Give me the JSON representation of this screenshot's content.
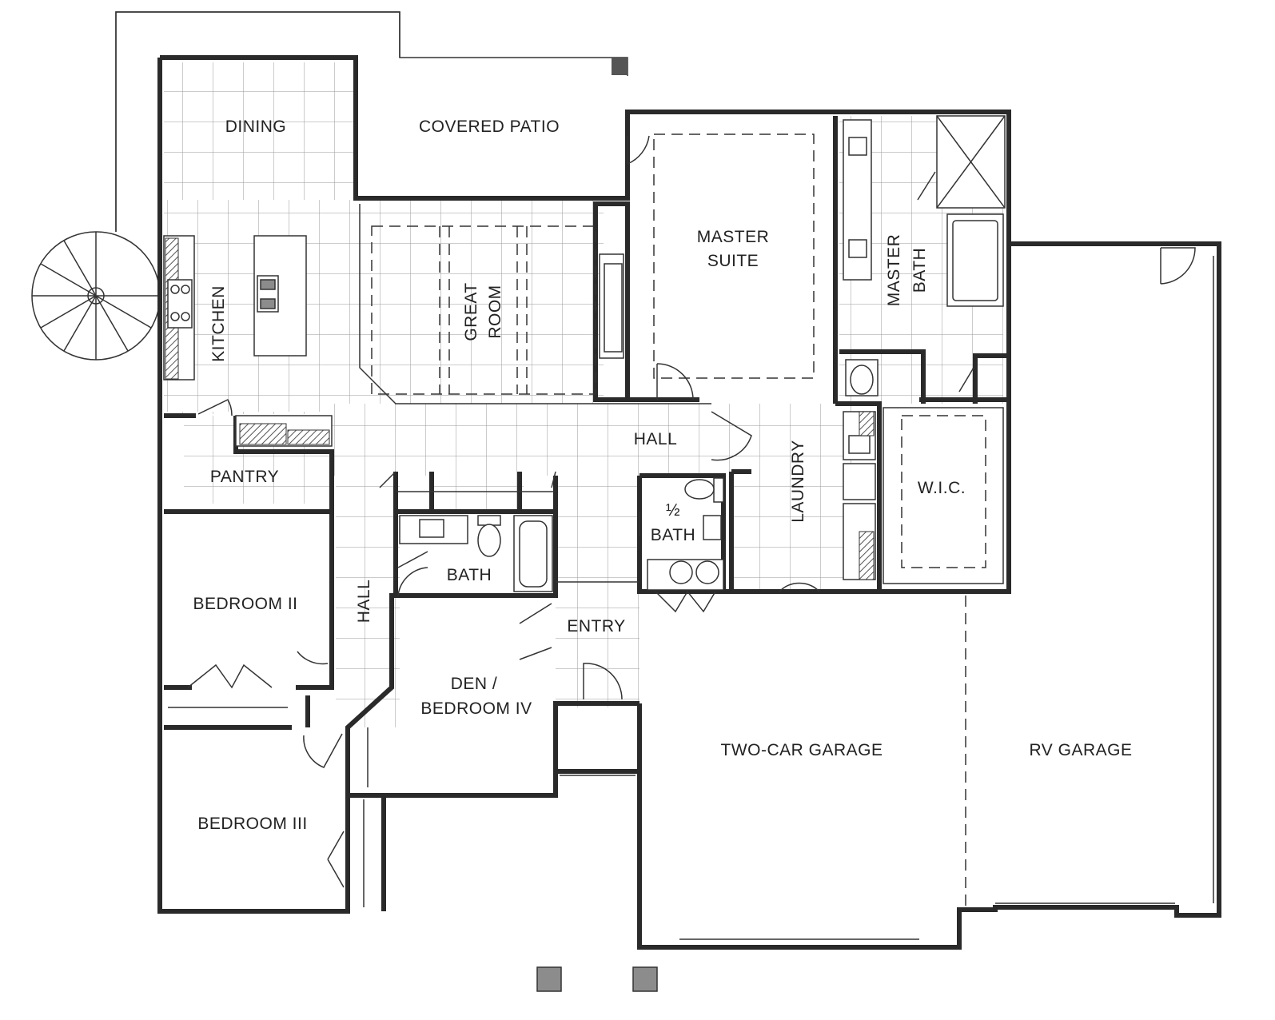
{
  "rooms": {
    "dining": "DINING",
    "covered_patio": "COVERED PATIO",
    "kitchen": "KITCHEN",
    "great_room_line1": "GREAT",
    "great_room_line2": "ROOM",
    "master_suite_line1": "MASTER",
    "master_suite_line2": "SUITE",
    "master_bath_line1": "MASTER",
    "master_bath_line2": "BATH",
    "pantry": "PANTRY",
    "hall_main": "HALL",
    "hall_side": "HALL",
    "laundry": "LAUNDRY",
    "wic": "W.I.C.",
    "half_bath_fraction": "½",
    "half_bath_label": "BATH",
    "bath": "BATH",
    "bedroom_2": "BEDROOM II",
    "bedroom_3": "BEDROOM III",
    "entry": "ENTRY",
    "den_line1": "DEN /",
    "den_line2": "BEDROOM IV",
    "two_car_garage": "TWO-CAR GARAGE",
    "rv_garage": "RV GARAGE"
  },
  "colors": {
    "wall": "#2a2a2a",
    "tile_line": "#9a9a9a",
    "hatch": "#8c8c8c",
    "background": "#ffffff"
  }
}
